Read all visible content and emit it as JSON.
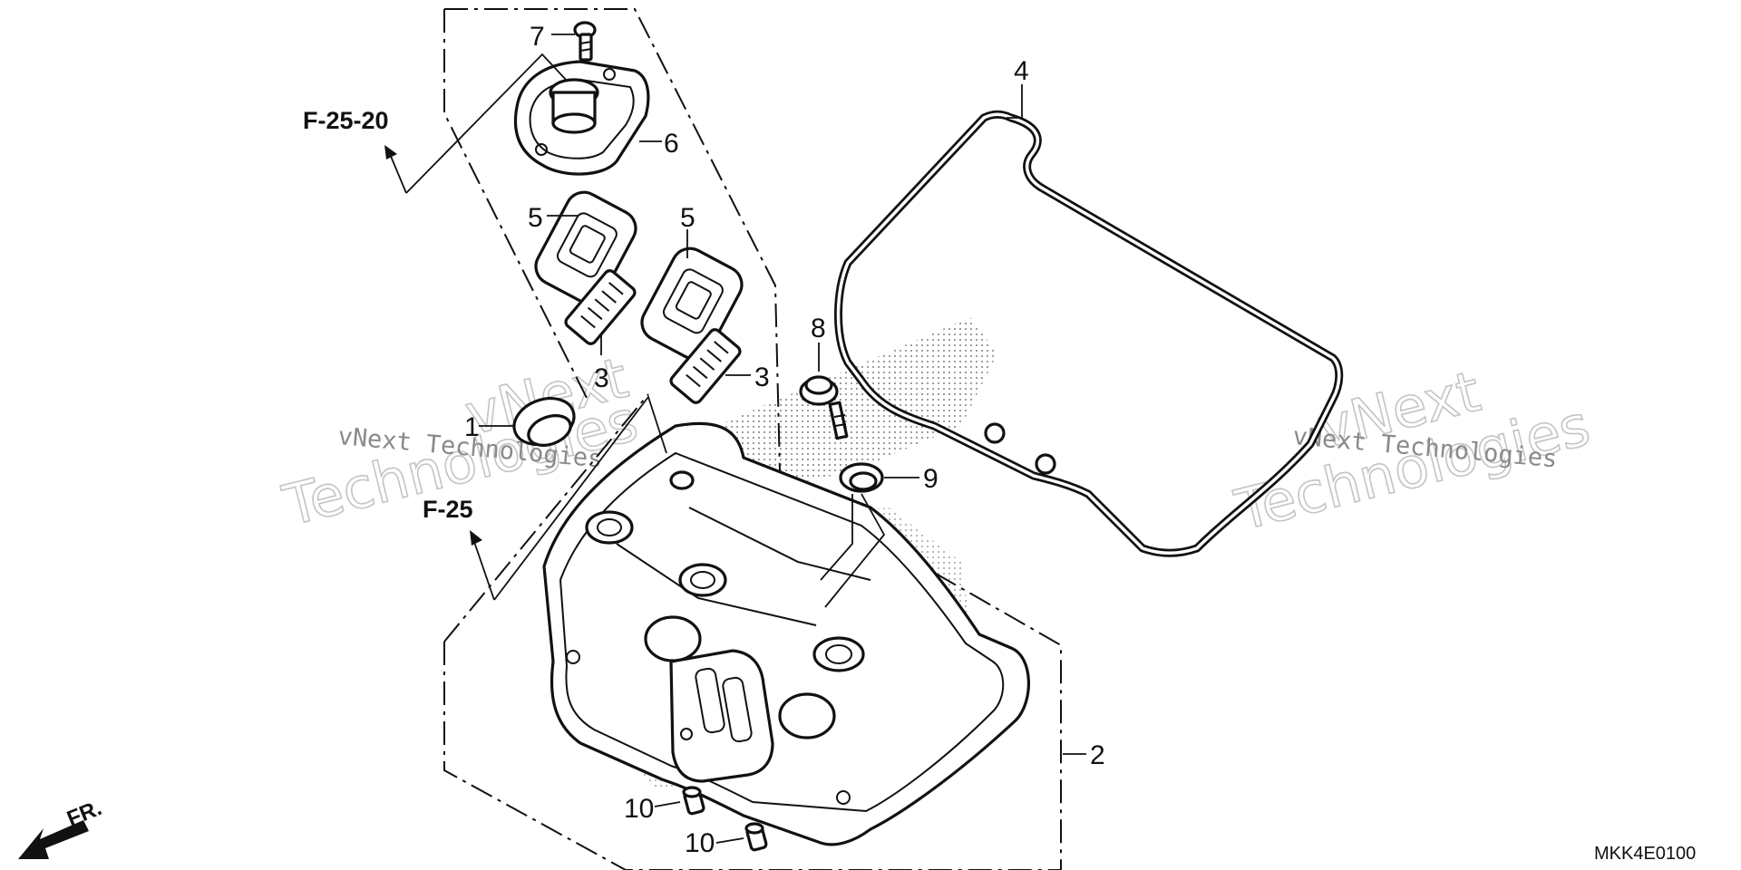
{
  "diagram": {
    "callouts": [
      {
        "key": "c7",
        "label": "7"
      },
      {
        "key": "c6",
        "label": "6"
      },
      {
        "key": "c5a",
        "label": "5"
      },
      {
        "key": "c5b",
        "label": "5"
      },
      {
        "key": "c3a",
        "label": "3"
      },
      {
        "key": "c3b",
        "label": "3"
      },
      {
        "key": "c1",
        "label": "1"
      },
      {
        "key": "c4",
        "label": "4"
      },
      {
        "key": "c8",
        "label": "8"
      },
      {
        "key": "c9",
        "label": "9"
      },
      {
        "key": "c2",
        "label": "2"
      },
      {
        "key": "c10a",
        "label": "10"
      },
      {
        "key": "c10b",
        "label": "10"
      }
    ],
    "references": {
      "f2520": "F-25-20",
      "f25": "F-25"
    },
    "direction_label": "FR.",
    "diagram_code": "MKK4E0100",
    "watermark": {
      "line1": "vNext",
      "line2": "Technologies",
      "full": "vNext Technologies"
    }
  }
}
